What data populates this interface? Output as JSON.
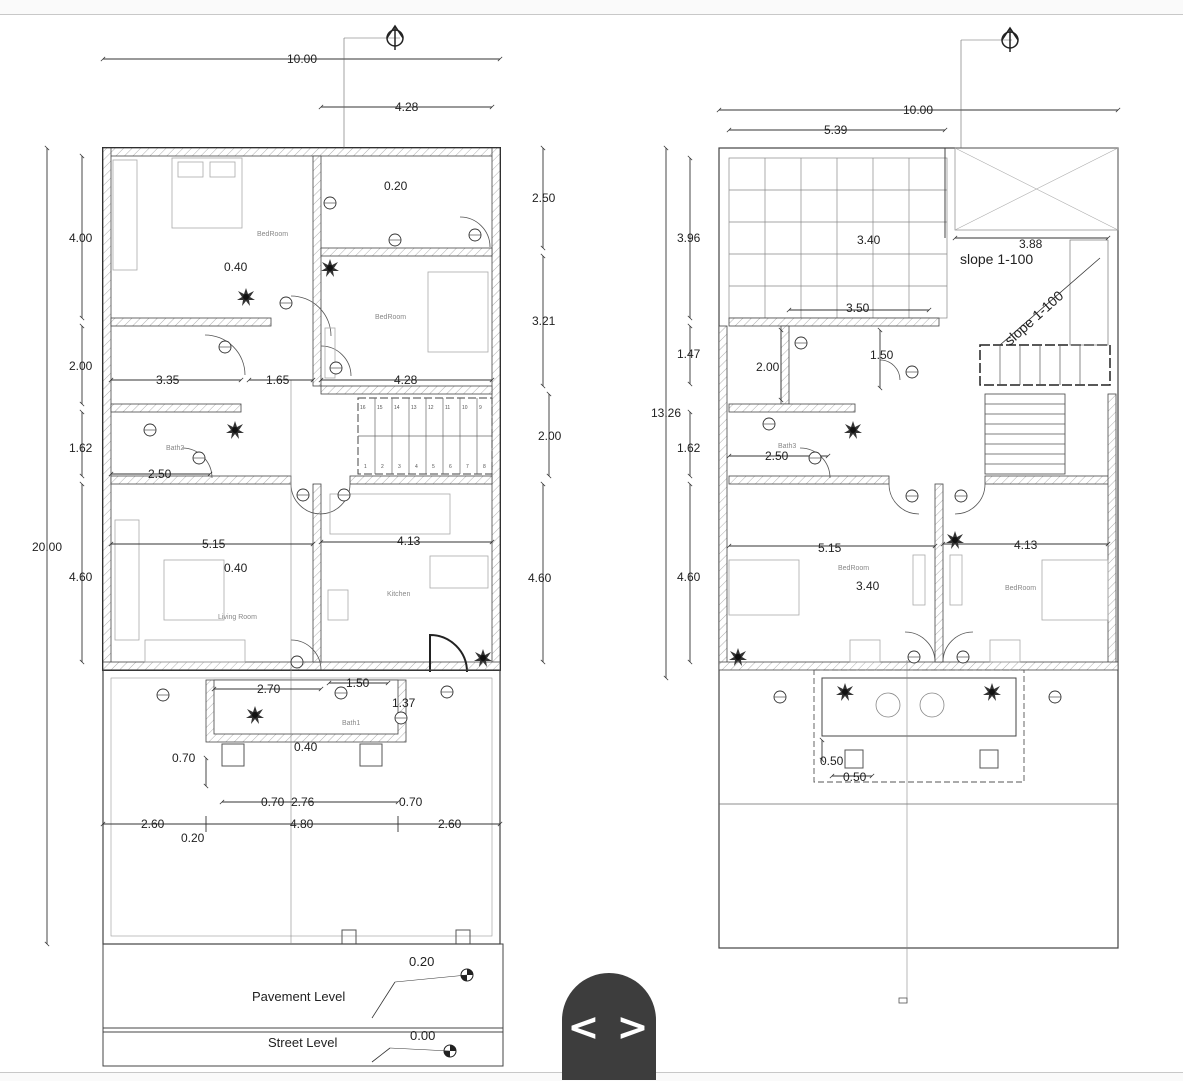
{
  "ground_floor": {
    "overall_width": "10.00",
    "overall_depth": "20.00",
    "top_right_width": "4.28",
    "right_dims": [
      "2.50",
      "3.21",
      "2.00",
      "4.60"
    ],
    "left_dims": [
      "4.00",
      "2.00",
      "1.62",
      "4.60"
    ],
    "inner_dims": [
      "3.35",
      "1.65",
      "4.28",
      "2.50",
      "5.15",
      "4.13",
      "2.70",
      "1.50",
      "1.37",
      "0.70",
      "0.70",
      "2.76",
      "0.70",
      "2.60",
      "4.80",
      "2.60"
    ],
    "levels": [
      "0.20",
      "0.40",
      "0.40",
      "0.40",
      "0.20"
    ],
    "rooms": [
      "BedRoom",
      "BedRoom",
      "Bath2",
      "Living Room",
      "Kitchen",
      "Bath1"
    ],
    "stair_numbers_top": [
      "16",
      "15",
      "14",
      "13",
      "12",
      "11",
      "10",
      "9"
    ],
    "stair_numbers_bottom": [
      "1",
      "2",
      "3",
      "4",
      "5",
      "6",
      "7",
      "8"
    ],
    "pavement_label": "Pavement Level",
    "pavement_value": "0.20",
    "street_label": "Street Level",
    "street_value": "0.00"
  },
  "first_floor": {
    "overall_width": "10.00",
    "terrace_width": "5.39",
    "left_dims": [
      "3.96",
      "1.47",
      "1.62",
      "4.60"
    ],
    "total_depth": "13.26",
    "inner_dims": [
      "3.88",
      "3.50",
      "2.00",
      "1.50",
      "2.50",
      "5.15",
      "4.13",
      "0.50",
      "0.50"
    ],
    "levels": [
      "3.40",
      "3.40"
    ],
    "slopes": [
      "slope 1-100",
      "slope 1-100"
    ],
    "rooms": [
      "Bath3",
      "BedRoom",
      "BedRoom"
    ]
  },
  "nav": {
    "label": "< >"
  },
  "icons": [
    "north-arrow-icon",
    "level-marker-icon",
    "plant-icon",
    "window-marker-icon",
    "door-marker-icon"
  ]
}
